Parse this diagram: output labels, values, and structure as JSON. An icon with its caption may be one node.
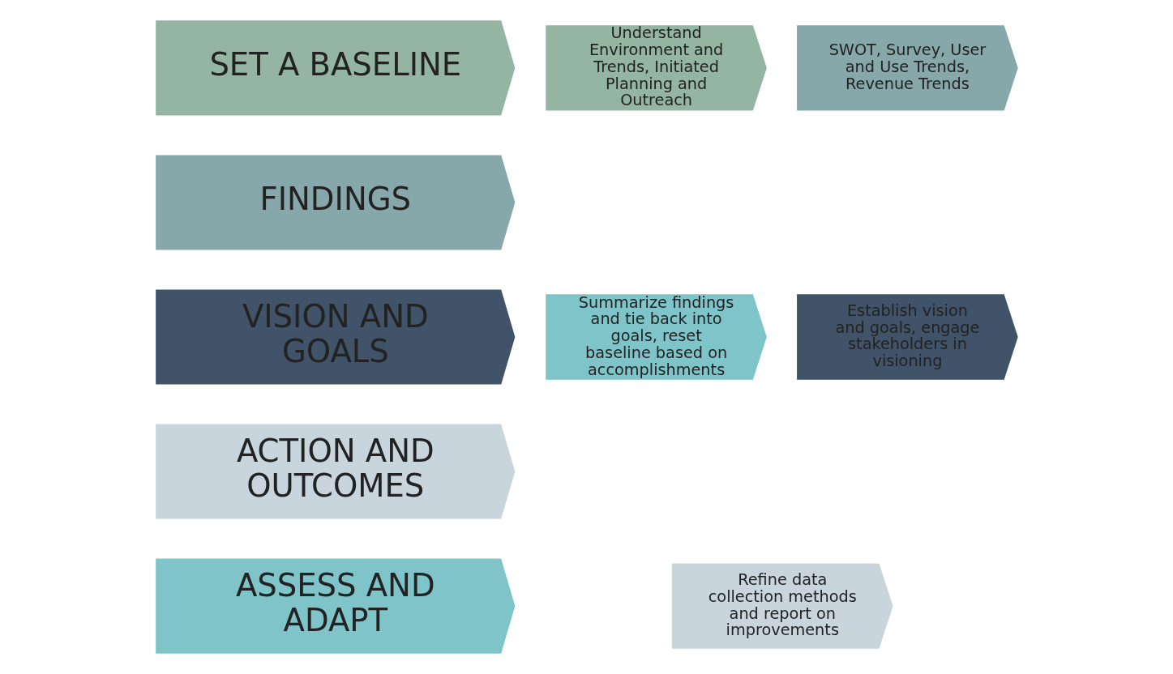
{
  "diagram": {
    "nodes": [
      {
        "text": [
          "SET A BASELINE"
        ]
      },
      {
        "text": [
          "FINDINGS"
        ]
      },
      {
        "text": [
          "VISION AND GOALS"
        ]
      },
      {
        "text": [
          "ACTION AND OUTCOMES"
        ]
      },
      {
        "text": [
          "ASSESS AND ADAPT"
        ]
      },
      {
        "text": [
          "Understand Environment and Trends, Initiated Planning and Outreach"
        ]
      },
      {
        "text": [
          "SWOT, Survey, User and Use Trends, Revenue Trends"
        ]
      },
      {
        "text": [
          "Establish vision and goals, engage stakeholders in visioning"
        ]
      },
      {
        "text": [
          "Refine data collection methods and report on improvements"
        ]
      },
      {
        "text": [
          "Summarize findings and tie back into goals, reset baseline based on accomplishments"
        ]
      }
    ]
  }
}
